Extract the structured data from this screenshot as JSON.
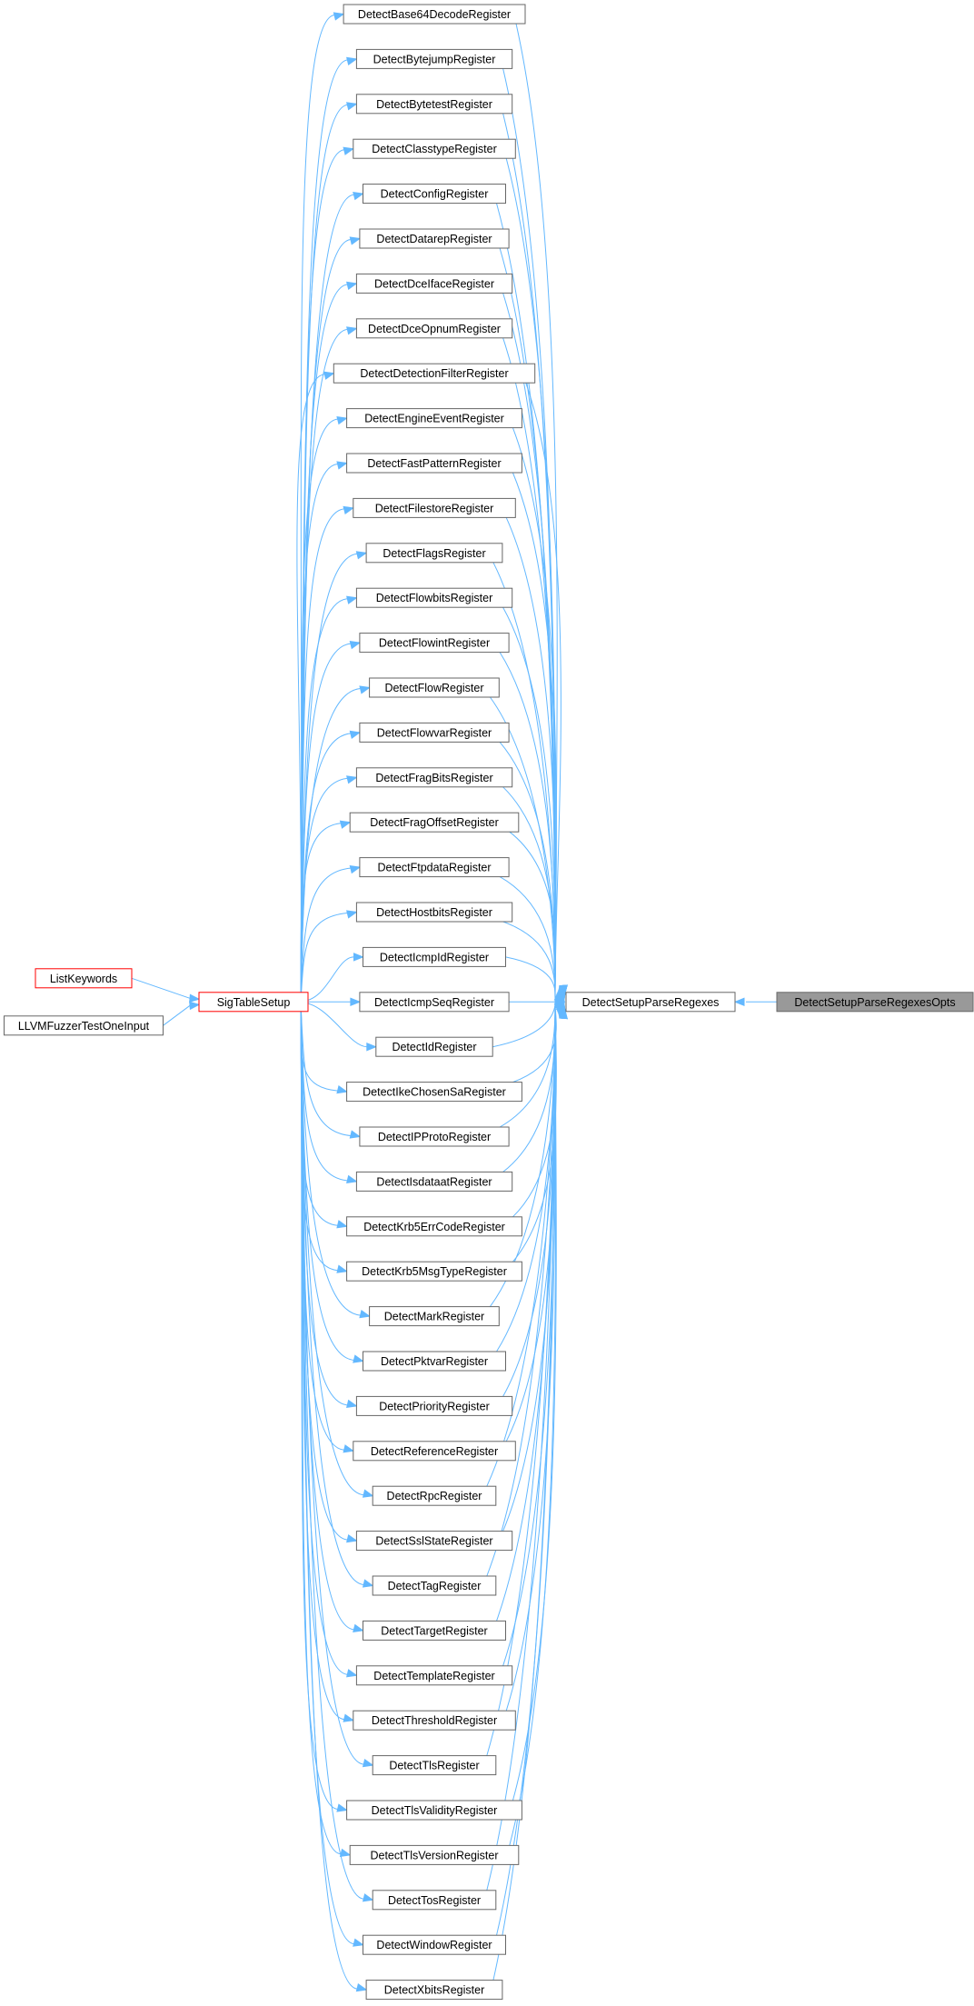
{
  "colors": {
    "edge": "#63b8ff",
    "node_border": "#666666",
    "highlight_border": "#ff0000",
    "focus_fill": "#999999"
  },
  "nodes": {
    "focus": "DetectSetupParseRegexesOpts",
    "hub": "DetectSetupParseRegexes",
    "table": "SigTableSetup",
    "callers": [
      "ListKeywords",
      "LLVMFuzzerTestOneInput"
    ],
    "registers": [
      "DetectBase64DecodeRegister",
      "DetectBytejumpRegister",
      "DetectBytetestRegister",
      "DetectClasstypeRegister",
      "DetectConfigRegister",
      "DetectDatarepRegister",
      "DetectDceIfaceRegister",
      "DetectDceOpnumRegister",
      "DetectDetectionFilterRegister",
      "DetectEngineEventRegister",
      "DetectFastPatternRegister",
      "DetectFilestoreRegister",
      "DetectFlagsRegister",
      "DetectFlowbitsRegister",
      "DetectFlowintRegister",
      "DetectFlowRegister",
      "DetectFlowvarRegister",
      "DetectFragBitsRegister",
      "DetectFragOffsetRegister",
      "DetectFtpdataRegister",
      "DetectHostbitsRegister",
      "DetectIcmpIdRegister",
      "DetectIcmpSeqRegister",
      "DetectIdRegister",
      "DetectIkeChosenSaRegister",
      "DetectIPProtoRegister",
      "DetectIsdataatRegister",
      "DetectKrb5ErrCodeRegister",
      "DetectKrb5MsgTypeRegister",
      "DetectMarkRegister",
      "DetectPktvarRegister",
      "DetectPriorityRegister",
      "DetectReferenceRegister",
      "DetectRpcRegister",
      "DetectSslStateRegister",
      "DetectTagRegister",
      "DetectTargetRegister",
      "DetectTemplateRegister",
      "DetectThresholdRegister",
      "DetectTlsRegister",
      "DetectTlsValidityRegister",
      "DetectTlsVersionRegister",
      "DetectTosRegister",
      "DetectWindowRegister",
      "DetectXbitsRegister"
    ]
  }
}
